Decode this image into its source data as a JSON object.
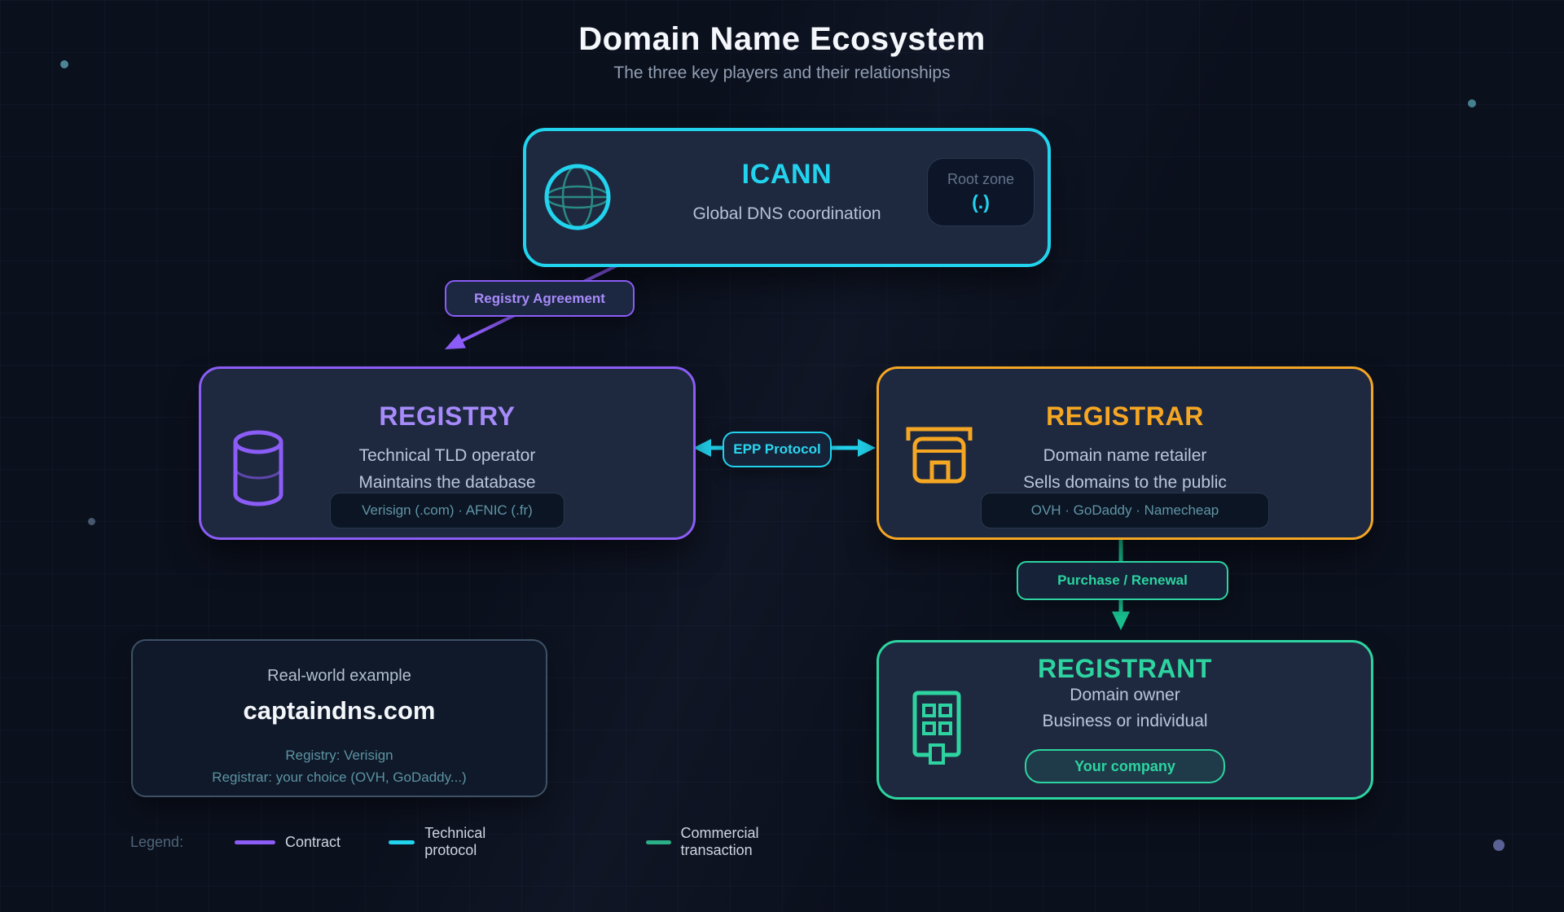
{
  "header": {
    "title": "Domain Name Ecosystem",
    "subtitle": "The three key players and their relationships"
  },
  "nodes": {
    "icann": {
      "title": "ICANN",
      "subtitle": "Global DNS coordination",
      "badge_label": "Root zone",
      "badge_value": "(.)",
      "accent": "#22d3ee",
      "icon": "globe-icon"
    },
    "registry": {
      "title": "REGISTRY",
      "line1": "Technical TLD operator",
      "line2": "Maintains the database",
      "badge": "Verisign (.com) · AFNIC (.fr)",
      "accent": "#8b5cf6",
      "icon": "database-icon"
    },
    "registrar": {
      "title": "REGISTRAR",
      "line1": "Domain name retailer",
      "line2": "Sells domains to the public",
      "badge": "OVH · GoDaddy · Namecheap",
      "accent": "#f5a623",
      "icon": "storefront-icon"
    },
    "registrant": {
      "title": "REGISTRANT",
      "line1": "Domain owner",
      "line2": "Business or individual",
      "badge": "Your company",
      "accent": "#2dd4a0",
      "icon": "building-icon"
    }
  },
  "edges": {
    "registry_agreement": "Registry Agreement",
    "epp": "EPP Protocol",
    "purchase": "Purchase / Renewal"
  },
  "example": {
    "caption": "Real-world example",
    "domain": "captaindns.com",
    "registry": "Registry: Verisign",
    "registrar": "Registrar: your choice (OVH, GoDaddy...)"
  },
  "legend": {
    "label": "Legend:",
    "items": [
      {
        "name": "Contract",
        "color": "#8b5cf6"
      },
      {
        "name": "Technical protocol",
        "color": "#22d3ee"
      },
      {
        "name": "Commercial transaction",
        "color": "#2aaf87"
      }
    ]
  }
}
